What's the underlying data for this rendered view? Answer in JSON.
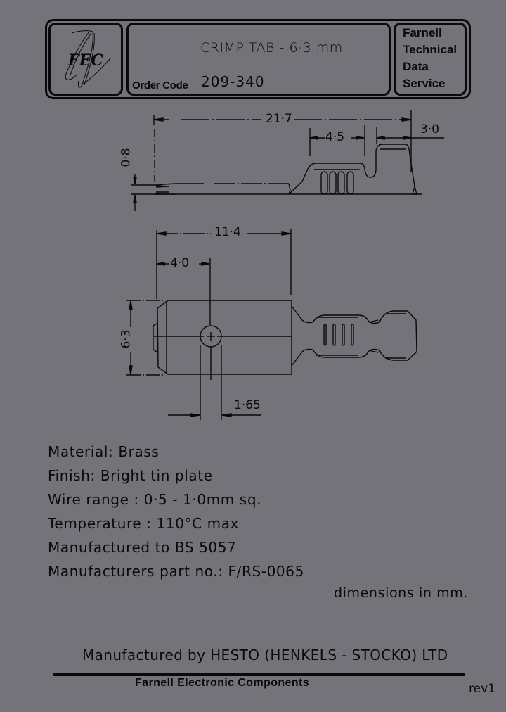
{
  "header": {
    "logo_text": "FEC",
    "title": "CRIMP TAB - 6·3 mm",
    "order_code_label": "Order Code",
    "order_code": "209-340",
    "service_lines": [
      "Farnell",
      "Technical",
      "Data",
      "Service"
    ]
  },
  "side_view": {
    "dim_overall_length": "21·7",
    "dim_crimp_length": "4·5",
    "dim_insulation_length": "3·0",
    "dim_thickness": "0·8"
  },
  "top_view": {
    "dim_body_length": "11·4",
    "dim_hole_position": "4·0",
    "dim_width": "6·3",
    "dim_hole_diameter": "1·65"
  },
  "specs": [
    "Material: Brass",
    "Finish: Bright tin  plate",
    "Wire range : 0·5 - 1·0mm  sq.",
    "Temperature : 110°C max",
    "Manufactured  to  BS  5057",
    "Manufacturers  part  no.: F/RS-0065"
  ],
  "units_note": "dimensions in mm.",
  "manufacturer": "Manufactured  by  HESTO (HENKELS - STOCKO) LTD",
  "footer": {
    "company": "Farnell Electronic Components",
    "revision": "rev1"
  }
}
